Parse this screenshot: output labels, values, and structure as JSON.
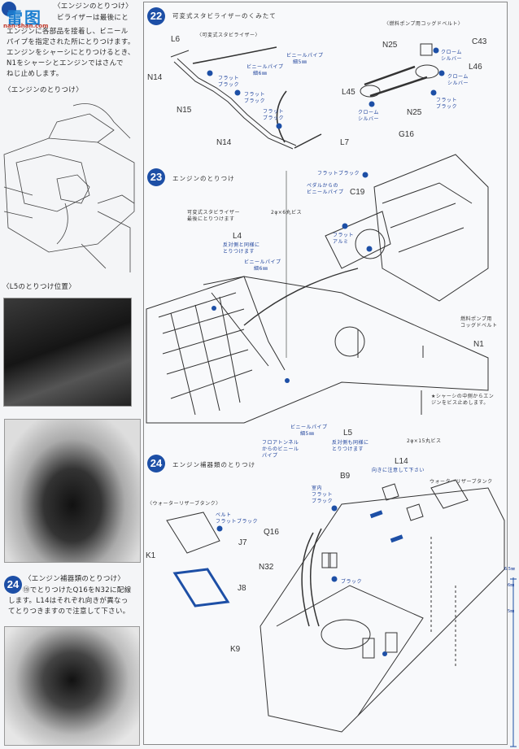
{
  "watermark": {
    "text": "雷图",
    "subtext": "nan-shan.com"
  },
  "left": {
    "intro_heading": "〈エンジンのとりつけ〉",
    "intro_text": [
      "ビライザーは最後にと",
      "エンジンに各部品を接着し、ビニール",
      "パイプを指定された所にとりつけます。",
      "エンジンをシャーシにとりつけるとき、",
      "N1をシャーシとエンジンではさんで",
      "ねじ止めします。"
    ],
    "sketch_caption": "〈エンジンのとりつけ〉",
    "photo1_caption": "〈L5のとりつけ位置〉",
    "step24": {
      "number": "24",
      "heading": "〈エンジン補器類のとりつけ〉",
      "text": [
        "⑲でとりつけたQ16をN32に配線",
        "します。L14はそれぞれ向きが異なっ",
        "てとりつきますので注意して下さい。"
      ]
    }
  },
  "colors": {
    "accent": "#1d4fa6",
    "line": "#333333"
  },
  "step22": {
    "number": "22",
    "title": "可変式スタビライザーのくみたて",
    "sub_left": "〈可変式スタビライザー〉",
    "sub_right": "〈燃料ポンプ用コッグドベルト〉",
    "parts": {
      "L6": "L6",
      "N14a": "N14",
      "N15": "N15",
      "N14b": "N14",
      "L7": "L7",
      "N25a": "N25",
      "C43": "C43",
      "L46": "L46",
      "L45": "L45",
      "N25b": "N25",
      "G16": "G16"
    },
    "notes": {
      "pipe6": [
        "ビニールパイプ",
        "細6㎜"
      ],
      "pipe5": [
        "ビニールパイプ",
        "細5㎜"
      ],
      "fb1": [
        "フラット",
        "ブラック"
      ],
      "fb2": [
        "フラット",
        "ブラック"
      ],
      "fb3": [
        "フラット",
        "ブラック"
      ],
      "cs1": [
        "クローム",
        "シルバー"
      ],
      "cs2": [
        "クローム",
        "シルバー"
      ],
      "cs3": [
        "クローム",
        "シルバー"
      ],
      "fb4": [
        "フラット",
        "ブラック"
      ]
    }
  },
  "step23": {
    "number": "23",
    "title": "エンジンのとりつけ",
    "parts": {
      "C19": "C19",
      "L4": "L4",
      "L5": "L5",
      "N1": "N1"
    },
    "notes": {
      "fb": "フラットブラック",
      "pedal_pipe": [
        "ペダルからの",
        "ビニールパイプ"
      ],
      "stab_last": [
        "可変式スタビライザー",
        "最後にとりつけます"
      ],
      "screw6": "2φ×6丸ビス",
      "same_side": [
        "反対側と同様に",
        "とりつけます"
      ],
      "pipe6": [
        "ビニールパイプ",
        "細6㎜"
      ],
      "flat_alu": [
        "フラット",
        "アルミ"
      ],
      "cog_belt": [
        "燃料ポンプ用",
        "コッグドベルト"
      ],
      "chassis_note": [
        "★シャーシの中側からエン",
        "ジンをビス止めします。"
      ],
      "pipe5": [
        "ビニールパイプ",
        "細5㎜"
      ],
      "floor_pipe": [
        "フロアトンネル",
        "からのビニール",
        "パイプ"
      ],
      "same_side2": [
        "反対側も同様に",
        "とりつけます"
      ],
      "screw15": "2φ×15丸ビス"
    }
  },
  "step24": {
    "number": "24",
    "title": "エンジン補器類のとりつけ",
    "sub_left": "〈ウォーターリザーブタンク〉",
    "parts": {
      "L14": "L14",
      "B9": "B9",
      "Q16": "Q16",
      "J7": "J7",
      "K1": "K1",
      "N32": "N32",
      "J8": "J8",
      "K9": "K9"
    },
    "notes": {
      "l14_note": "向きに注意して下さい",
      "interior_fb": [
        "室内",
        "フラット",
        "ブラック"
      ],
      "tank": "ウォーターリザーブタンク",
      "belt_fb": [
        "ベルト",
        "フラットブラック"
      ],
      "black": "ブラック"
    }
  },
  "scale": {
    "marks": [
      "6.5㎜",
      "6㎜",
      "5㎜"
    ]
  }
}
